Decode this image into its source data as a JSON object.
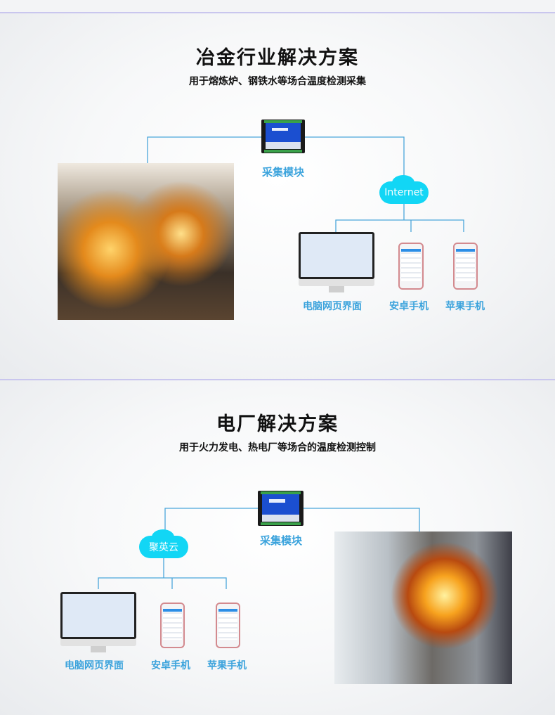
{
  "sections": [
    {
      "title": "冶金行业解决方案",
      "subtitle": "用于熔炼炉、钢铁水等场合温度检测采集",
      "module_label": "采集模块",
      "cloud_label": "Internet",
      "clients": [
        "电脑网页界面",
        "安卓手机",
        "苹果手机"
      ],
      "photo": "steel-ladle-molten-metal"
    },
    {
      "title": "电厂解决方案",
      "subtitle": "用于火力发电、热电厂等场合的温度检测控制",
      "module_label": "采集模块",
      "cloud_label": "聚英云",
      "clients": [
        "电脑网页界面",
        "安卓手机",
        "苹果手机"
      ],
      "photo": "furnace-fire-door"
    }
  ],
  "colors": {
    "accent": "#3ba3dc",
    "cloud": "#12d6f5",
    "separator": "#c9c6ee"
  }
}
